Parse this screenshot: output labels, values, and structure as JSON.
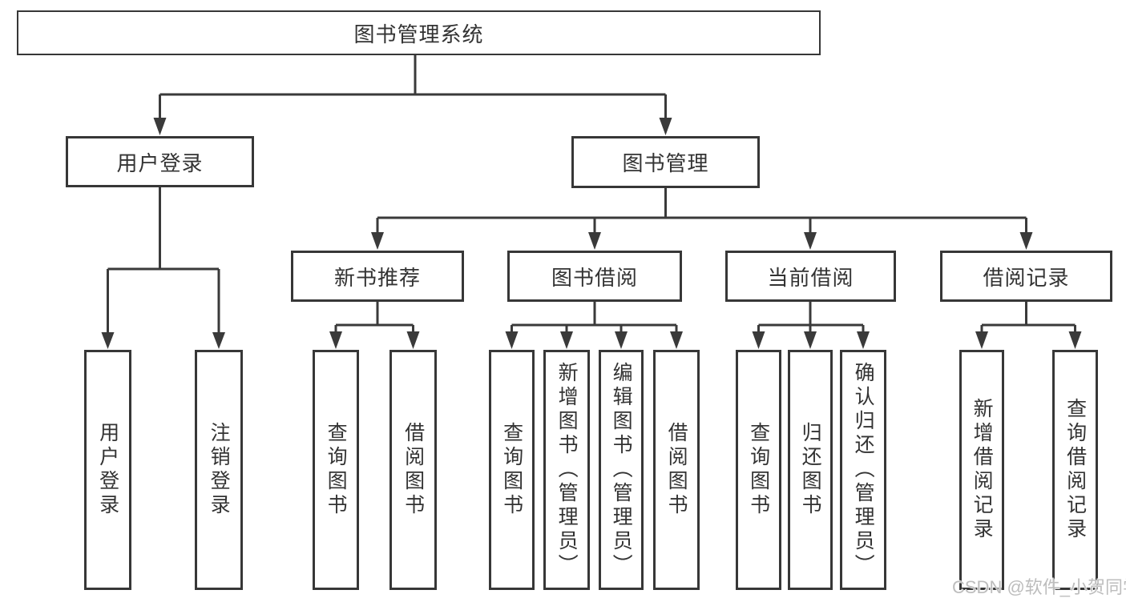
{
  "watermark": "CSDN @软件_小贺同学",
  "colors": {
    "background": "#ffffff",
    "line": "#3a3a3a",
    "box_border": "#373737",
    "text": "#333333",
    "watermark_text": "#bdbdbd"
  },
  "tree": {
    "root": {
      "label": "图书管理系统"
    },
    "branches": [
      {
        "label": "用户登录",
        "children": [
          {
            "label": "用户登录"
          },
          {
            "label": "注销登录"
          }
        ]
      },
      {
        "label": "图书管理",
        "children": [
          {
            "label": "新书推荐",
            "children": [
              {
                "label": "查询图书"
              },
              {
                "label": "借阅图书"
              }
            ]
          },
          {
            "label": "图书借阅",
            "children": [
              {
                "label": "查询图书"
              },
              {
                "label": "新增图书（管理员）"
              },
              {
                "label": "编辑图书（管理员）"
              },
              {
                "label": "借阅图书"
              }
            ]
          },
          {
            "label": "当前借阅",
            "children": [
              {
                "label": "查询图书"
              },
              {
                "label": "归还图书"
              },
              {
                "label": "确认归还（管理员）"
              }
            ]
          },
          {
            "label": "借阅记录",
            "children": [
              {
                "label": "新增借阅记录"
              },
              {
                "label": "查询借阅记录"
              }
            ]
          }
        ]
      }
    ]
  }
}
